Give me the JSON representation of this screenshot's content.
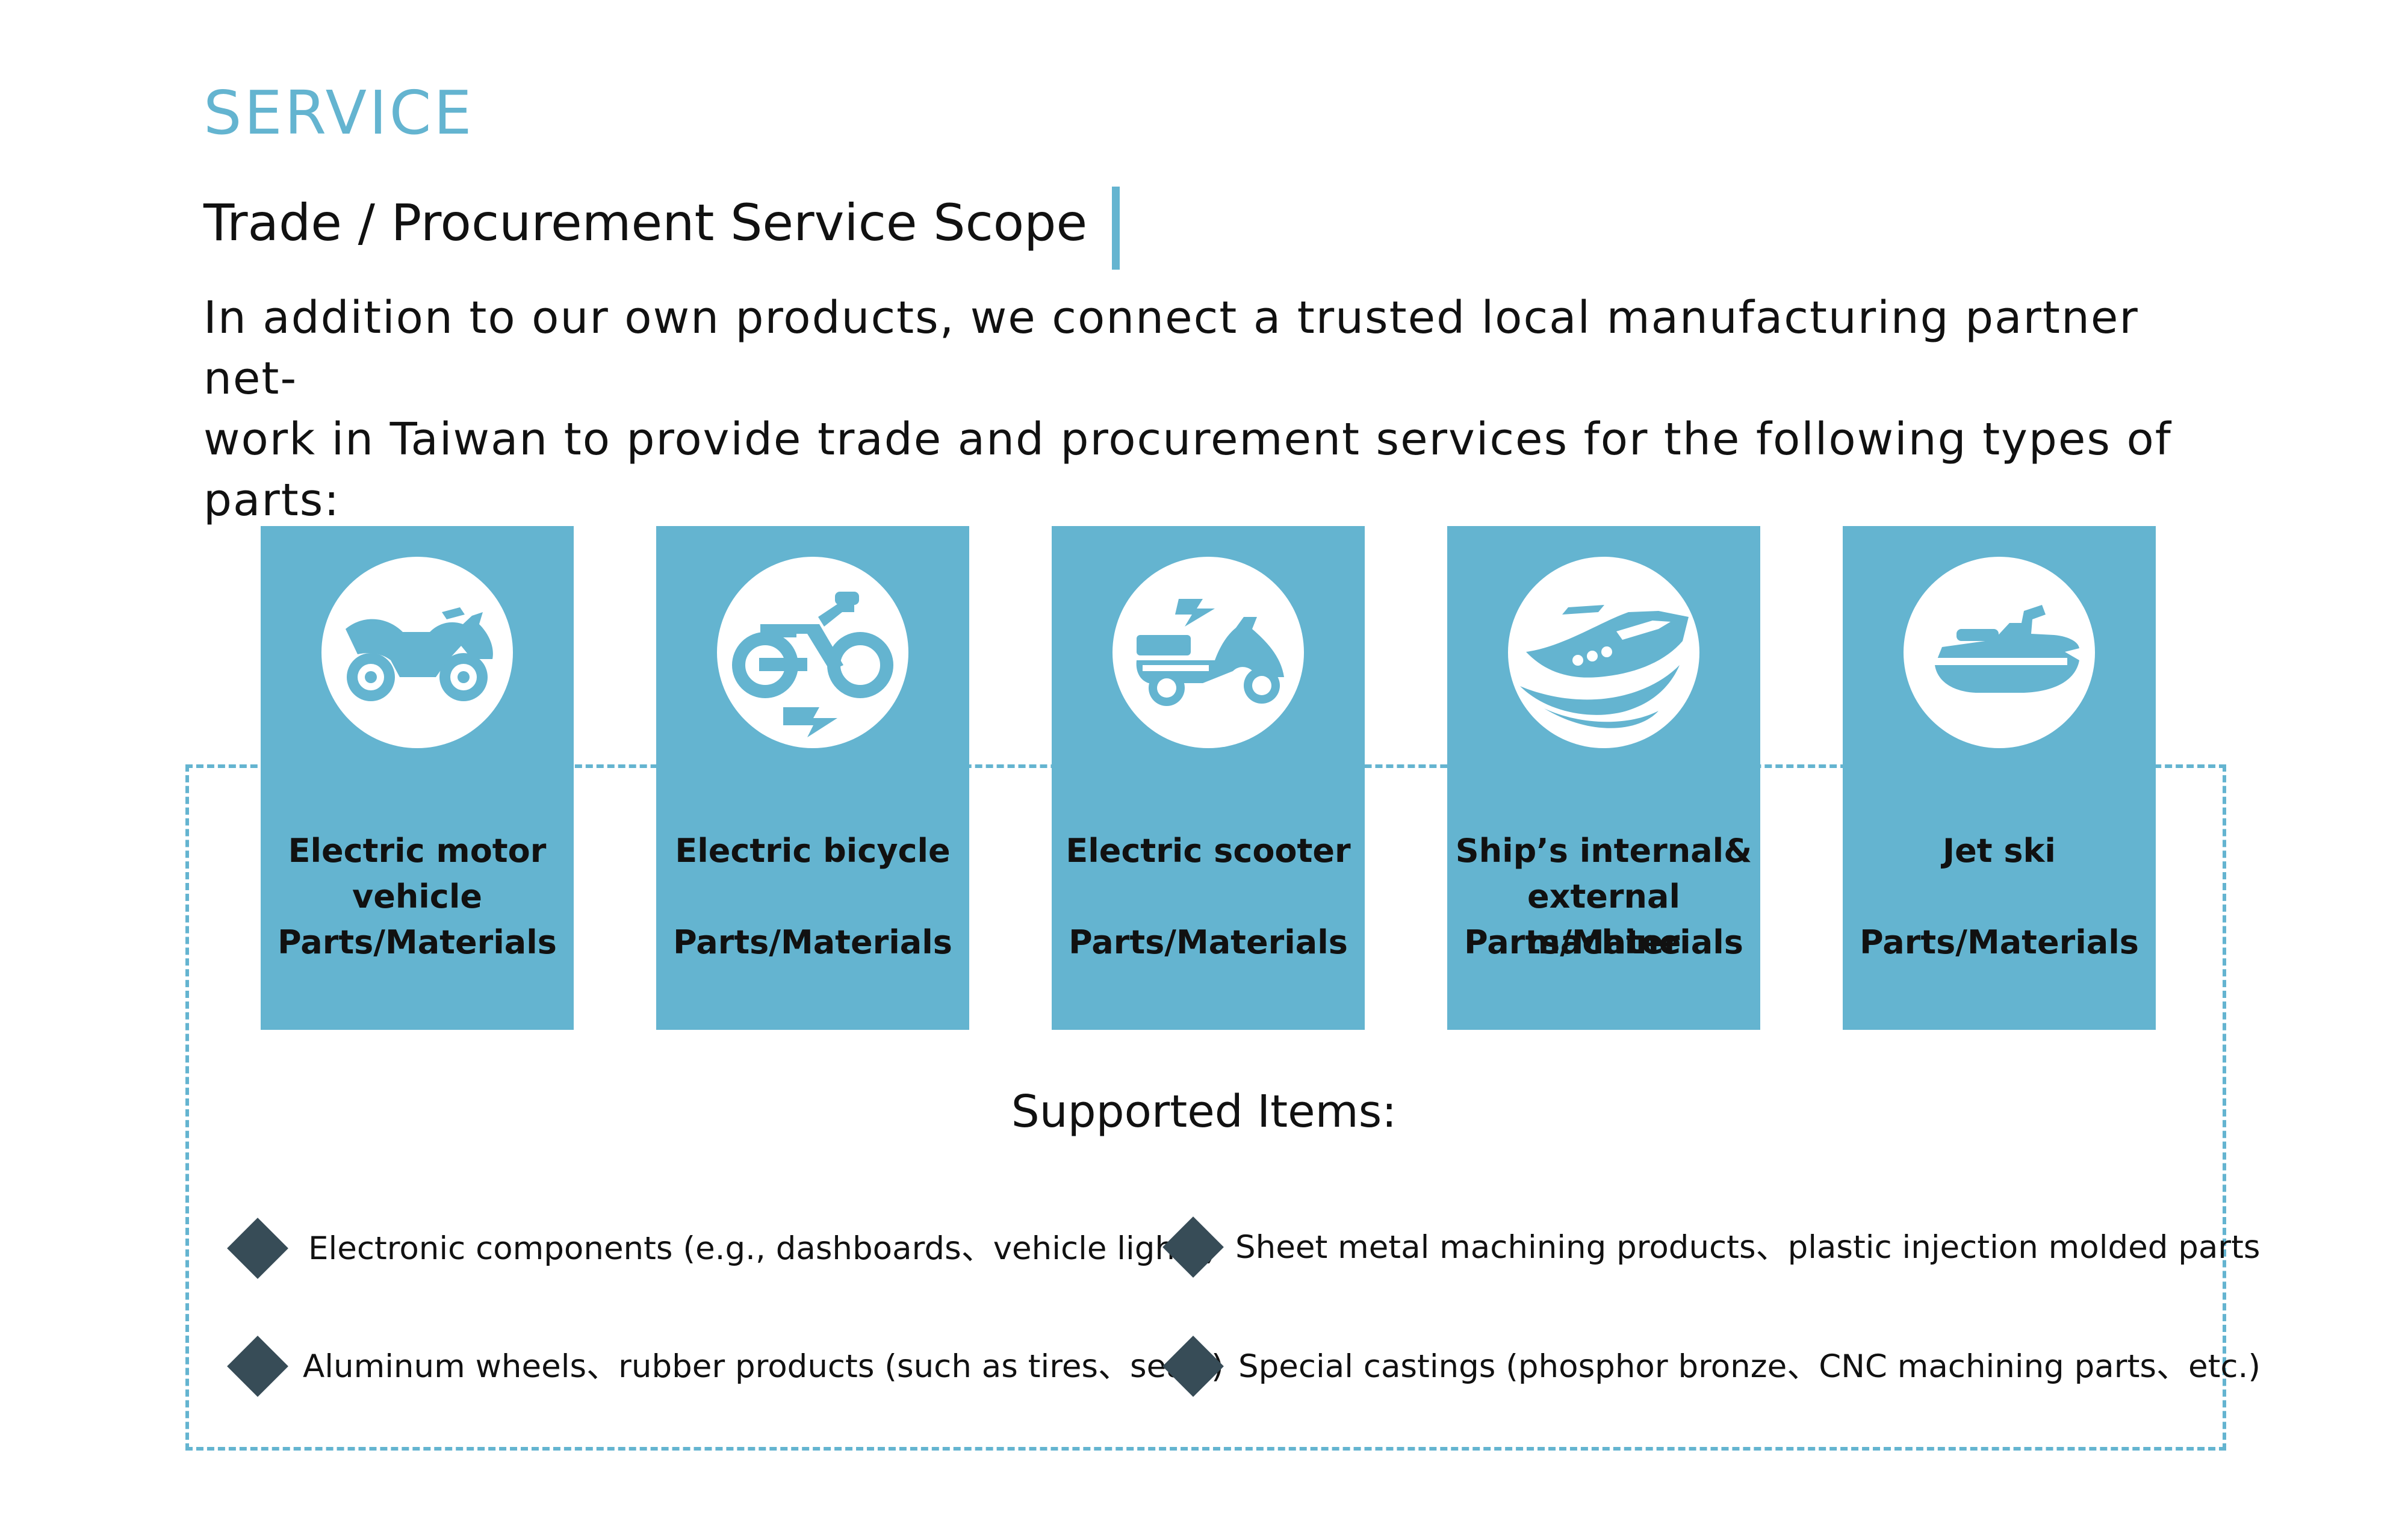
{
  "header": {
    "section_label": "SERVICE",
    "subtitle": "Trade / Procurement Service Scope",
    "intro": "In addition to our own products, we connect a trusted local manufacturing partner net-\nwork in Taiwan to provide trade and procurement services for the following types of\nparts:"
  },
  "cards": [
    {
      "icon": "motorcycle-icon",
      "line1": "Electric motor",
      "line2": "vehicle",
      "line3": "Parts/Materials"
    },
    {
      "icon": "electric-bicycle-icon",
      "line1": "Electric bicycle",
      "line2": "",
      "line3": "Parts/Materials"
    },
    {
      "icon": "electric-scooter-icon",
      "line1": "Electric scooter",
      "line2": "",
      "line3": "Parts/Materials"
    },
    {
      "icon": "ship-icon",
      "line1": "Ship’s internal&",
      "line2": "external machine",
      "line3": "Parts/Materials"
    },
    {
      "icon": "jet-ski-icon",
      "line1": "Jet ski",
      "line2": "",
      "line3": "Parts/Materials"
    }
  ],
  "supported": {
    "title": "Supported Items:",
    "items": [
      "Electronic components (e.g., dashboards、vehicle lights)",
      "Sheet metal machining products、plastic injection molded parts",
      "Aluminum wheels、rubber products (such as tires、seals)",
      "Special castings (phosphor bronze、CNC machining parts、etc.)"
    ]
  },
  "colors": {
    "accent": "#64b4d0",
    "diamond": "#374c57",
    "text": "#111111"
  }
}
